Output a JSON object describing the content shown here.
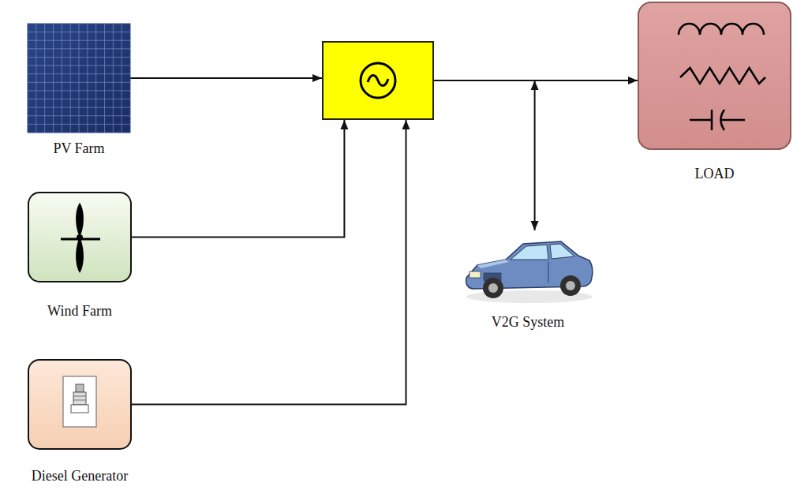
{
  "diagram": {
    "nodes": [
      {
        "text": [
          "PV Farm"
        ]
      },
      {
        "text": [
          "Wind Farm"
        ]
      },
      {
        "text": [
          "Diesel Generator"
        ]
      },
      {
        "text": []
      },
      {
        "text": [
          "LOAD"
        ]
      },
      {
        "text": [
          "V2G System"
        ]
      }
    ],
    "edges": [
      {
        "from": 0,
        "to": 3,
        "arrow": "to"
      },
      {
        "from": 1,
        "to": 3,
        "arrow": "to"
      },
      {
        "from": 2,
        "to": 3,
        "arrow": "to"
      },
      {
        "from": 3,
        "to": 4,
        "arrow": "to"
      },
      {
        "from": 3,
        "to": 5,
        "arrow": "both"
      }
    ]
  }
}
